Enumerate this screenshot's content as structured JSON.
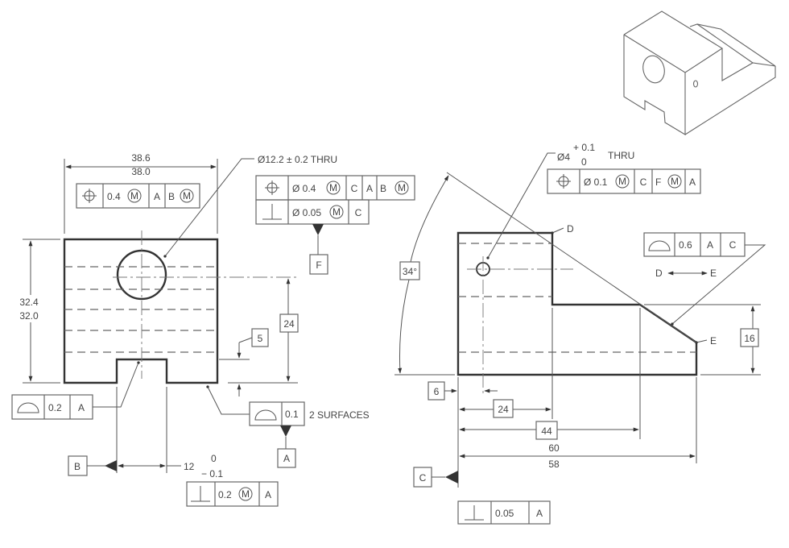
{
  "left_view": {
    "width_dim": {
      "upper": "38.6",
      "lower": "38.0"
    },
    "height_dim": {
      "upper": "32.4",
      "lower": "32.0"
    },
    "fcf_position": {
      "symbol": "position-icon",
      "tolerance": "0.4",
      "modifier": "M",
      "datum1": "A",
      "datum2": "B",
      "datum2_modifier": "M"
    },
    "hole_callout": "Ø12.2 ± 0.2 THRU",
    "hole_fcf": {
      "row1": {
        "symbol": "position-icon",
        "tolerance": "Ø 0.4",
        "modifier": "M",
        "datum1": "C",
        "datum2": "A",
        "datum3": "B",
        "datum3_modifier": "M"
      },
      "row2": {
        "symbol": "perpendicularity-icon",
        "tolerance": "Ø 0.05",
        "modifier": "M",
        "datum1": "C"
      }
    },
    "datum_f": "F",
    "dim_24": "24",
    "dim_5": "5",
    "profile_slot": {
      "symbol": "profile-surface-icon",
      "tolerance": "0.2",
      "datum": "A"
    },
    "profile_bottom": {
      "symbol": "profile-surface-icon",
      "tolerance": "0.1",
      "note": "2 SURFACES"
    },
    "datum_a": "A",
    "datum_b": "B",
    "slot_dim": {
      "nominal": "12",
      "upper": "0",
      "lower": "− 0.1"
    },
    "slot_fcf": {
      "symbol": "perpendicularity-icon",
      "tolerance": "0.2",
      "modifier": "M",
      "datum": "A"
    }
  },
  "right_view": {
    "hole_callout": {
      "size": "Ø4",
      "upper": "+ 0.1",
      "lower": "0",
      "note": "THRU"
    },
    "hole_fcf": {
      "symbol": "position-icon",
      "tolerance": "Ø 0.1",
      "modifier": "M",
      "datum1": "C",
      "datum2": "F",
      "datum2_modifier": "M",
      "datum3": "A"
    },
    "label_d": "D",
    "label_e": "E",
    "angle": "34°",
    "profile_fcf": {
      "symbol": "profile-surface-icon",
      "tolerance": "0.6",
      "datum1": "A",
      "datum2": "C"
    },
    "between": {
      "from": "D",
      "to": "E"
    },
    "dim_16": "16",
    "dim_6": "6",
    "dim_24": "24",
    "dim_44": "44",
    "length_dim": {
      "upper": "60",
      "lower": "58"
    },
    "datum_c": "C",
    "perp_fcf": {
      "symbol": "perpendicularity-icon",
      "tolerance": "0.05",
      "datum": "A"
    }
  }
}
